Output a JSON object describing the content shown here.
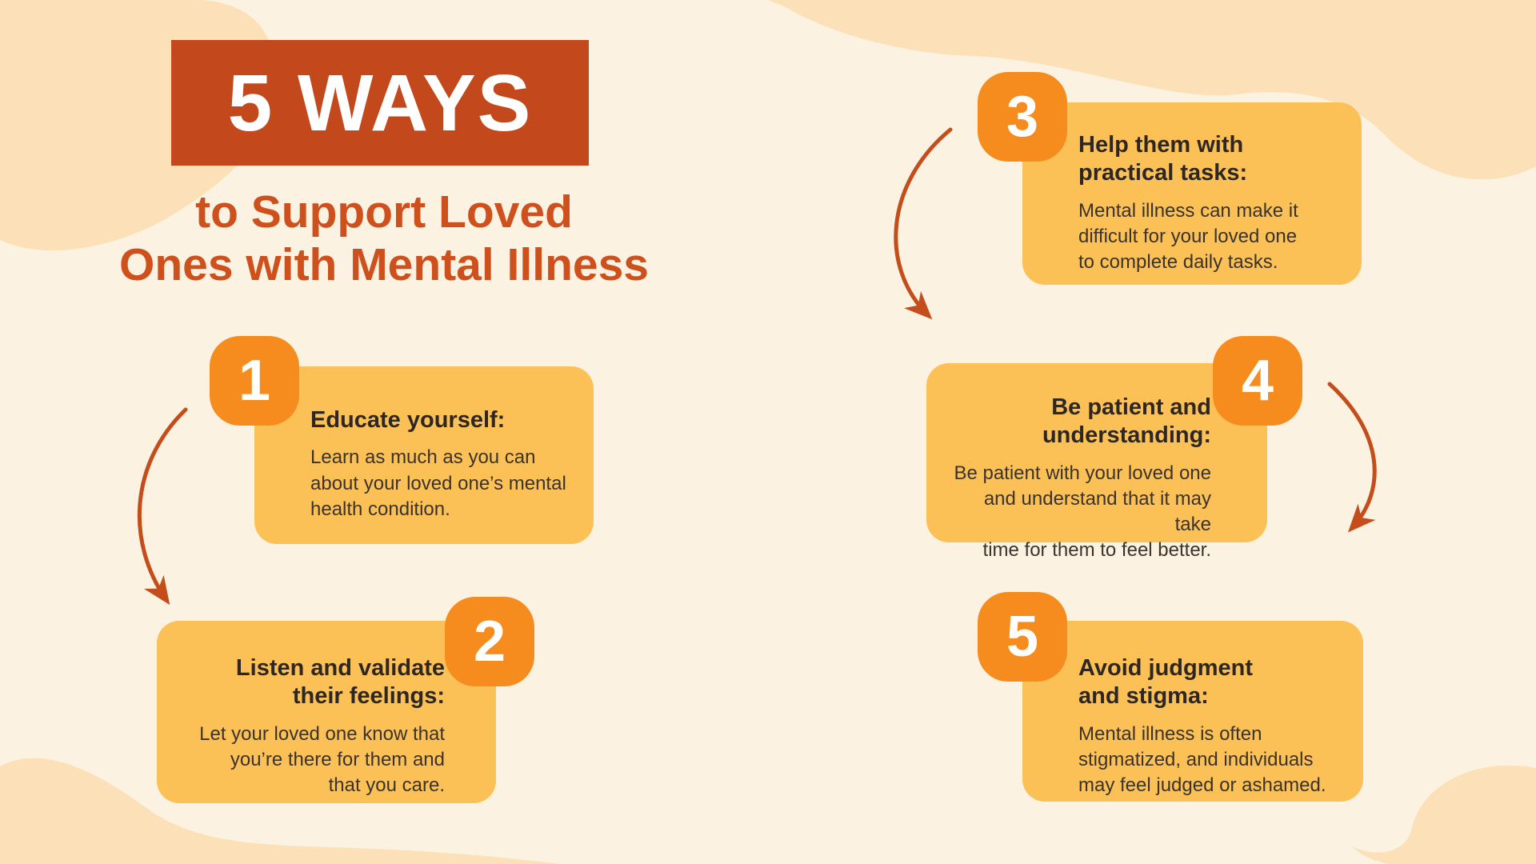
{
  "infographic": {
    "title_badge": "5 WAYS",
    "subtitle": "to Support Loved\nOnes with Mental Illness"
  },
  "steps": [
    {
      "number": "1",
      "heading": "Educate yourself:",
      "body": "Learn as much as you can\nabout your loved one’s mental\nhealth condition."
    },
    {
      "number": "2",
      "heading": "Listen and validate\ntheir feelings:",
      "body": "Let your loved one know that\nyou’re there for them and\nthat you care."
    },
    {
      "number": "3",
      "heading": "Help them with\npractical tasks:",
      "body": "Mental illness can make it\ndifficult for your loved one\nto complete daily tasks."
    },
    {
      "number": "4",
      "heading": "Be patient and\nunderstanding:",
      "body": "Be patient with your loved one\nand understand that it may take\ntime for them to feel better."
    },
    {
      "number": "5",
      "heading": "Avoid judgment\nand stigma:",
      "body": "Mental illness is often\nstigmatized, and individuals\nmay feel judged or ashamed."
    }
  ],
  "colors": {
    "background": "#FCF2E1",
    "blob": "#FBE0B8",
    "title_box": "#C3481C",
    "title_text": "#FFFFFF",
    "subtitle_text": "#CE511D",
    "card": "#FBC156",
    "badge": "#F78C1E",
    "badge_text": "#FFFFFF",
    "heading_text": "#2E2721",
    "body_text": "#3B332B",
    "arrow": "#C44E1B"
  }
}
